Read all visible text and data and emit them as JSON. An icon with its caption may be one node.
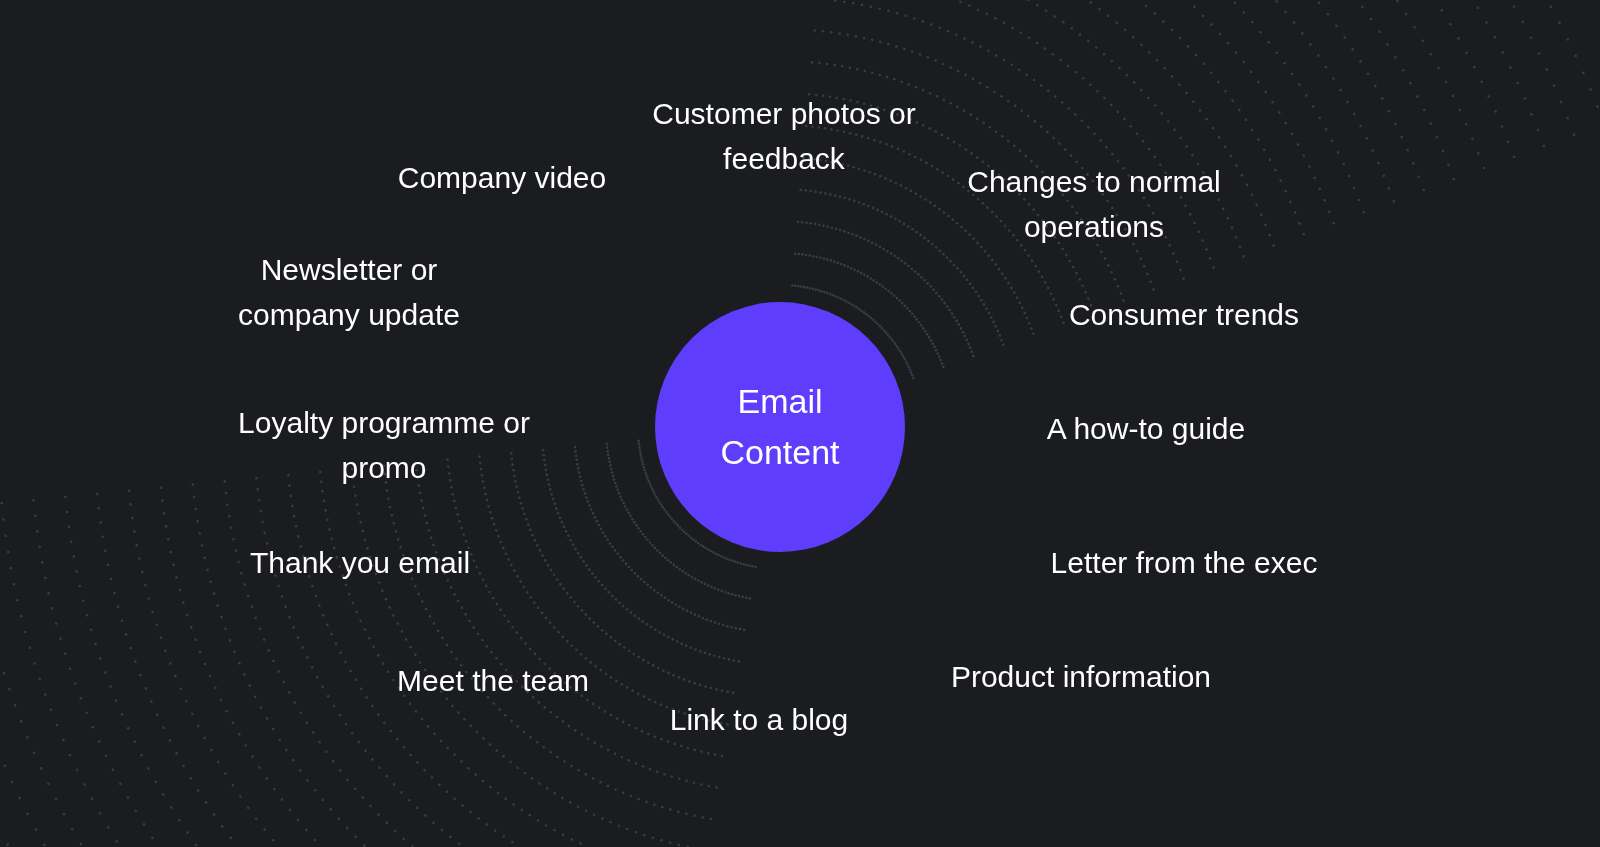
{
  "diagram": {
    "nodes": [
      {
        "text": [
          "Email Content"
        ]
      }
    ],
    "labels": [
      "Customer photos or feedback",
      "Company video",
      "Changes to normal operations",
      "Newsletter or company update",
      "Consumer trends",
      "Loyalty programme or promo",
      "A how-to guide",
      "Thank you email",
      "Letter from the exec",
      "Meet the team",
      "Product information",
      "Link to a blog"
    ]
  }
}
